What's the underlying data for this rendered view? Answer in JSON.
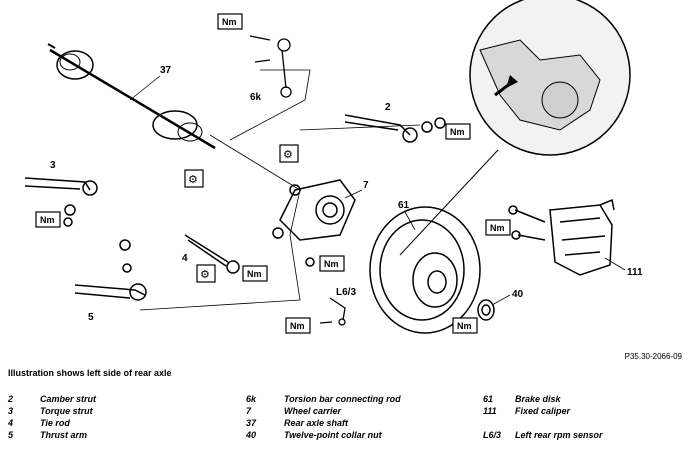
{
  "figure_ref": "P35.30-2066-09",
  "caption": "Illustration shows left side of rear axle",
  "callouts": {
    "c37": "37",
    "c6k": "6k",
    "c2": "2",
    "c3": "3",
    "c7": "7",
    "c61": "61",
    "c4": "4",
    "c5": "5",
    "c40": "40",
    "c111": "111",
    "cL63": "L6/3"
  },
  "torque_label": "Nm",
  "legend": {
    "col1": [
      {
        "num": "2",
        "text": "Camber strut"
      },
      {
        "num": "3",
        "text": "Torque strut"
      },
      {
        "num": "4",
        "text": "Tie rod"
      },
      {
        "num": "5",
        "text": "Thrust arm"
      }
    ],
    "col2": [
      {
        "num": "6k",
        "text": "Torsion bar connecting rod"
      },
      {
        "num": "7",
        "text": "Wheel carrier"
      },
      {
        "num": "37",
        "text": "Rear axle shaft"
      },
      {
        "num": "40",
        "text": "Twelve-point collar nut"
      }
    ],
    "col3": [
      {
        "num": "61",
        "text": "Brake disk"
      },
      {
        "num": "111",
        "text": "Fixed caliper"
      },
      {
        "num": "",
        "text": ""
      },
      {
        "num": "L6/3",
        "text": "Left rear rpm sensor"
      }
    ]
  }
}
